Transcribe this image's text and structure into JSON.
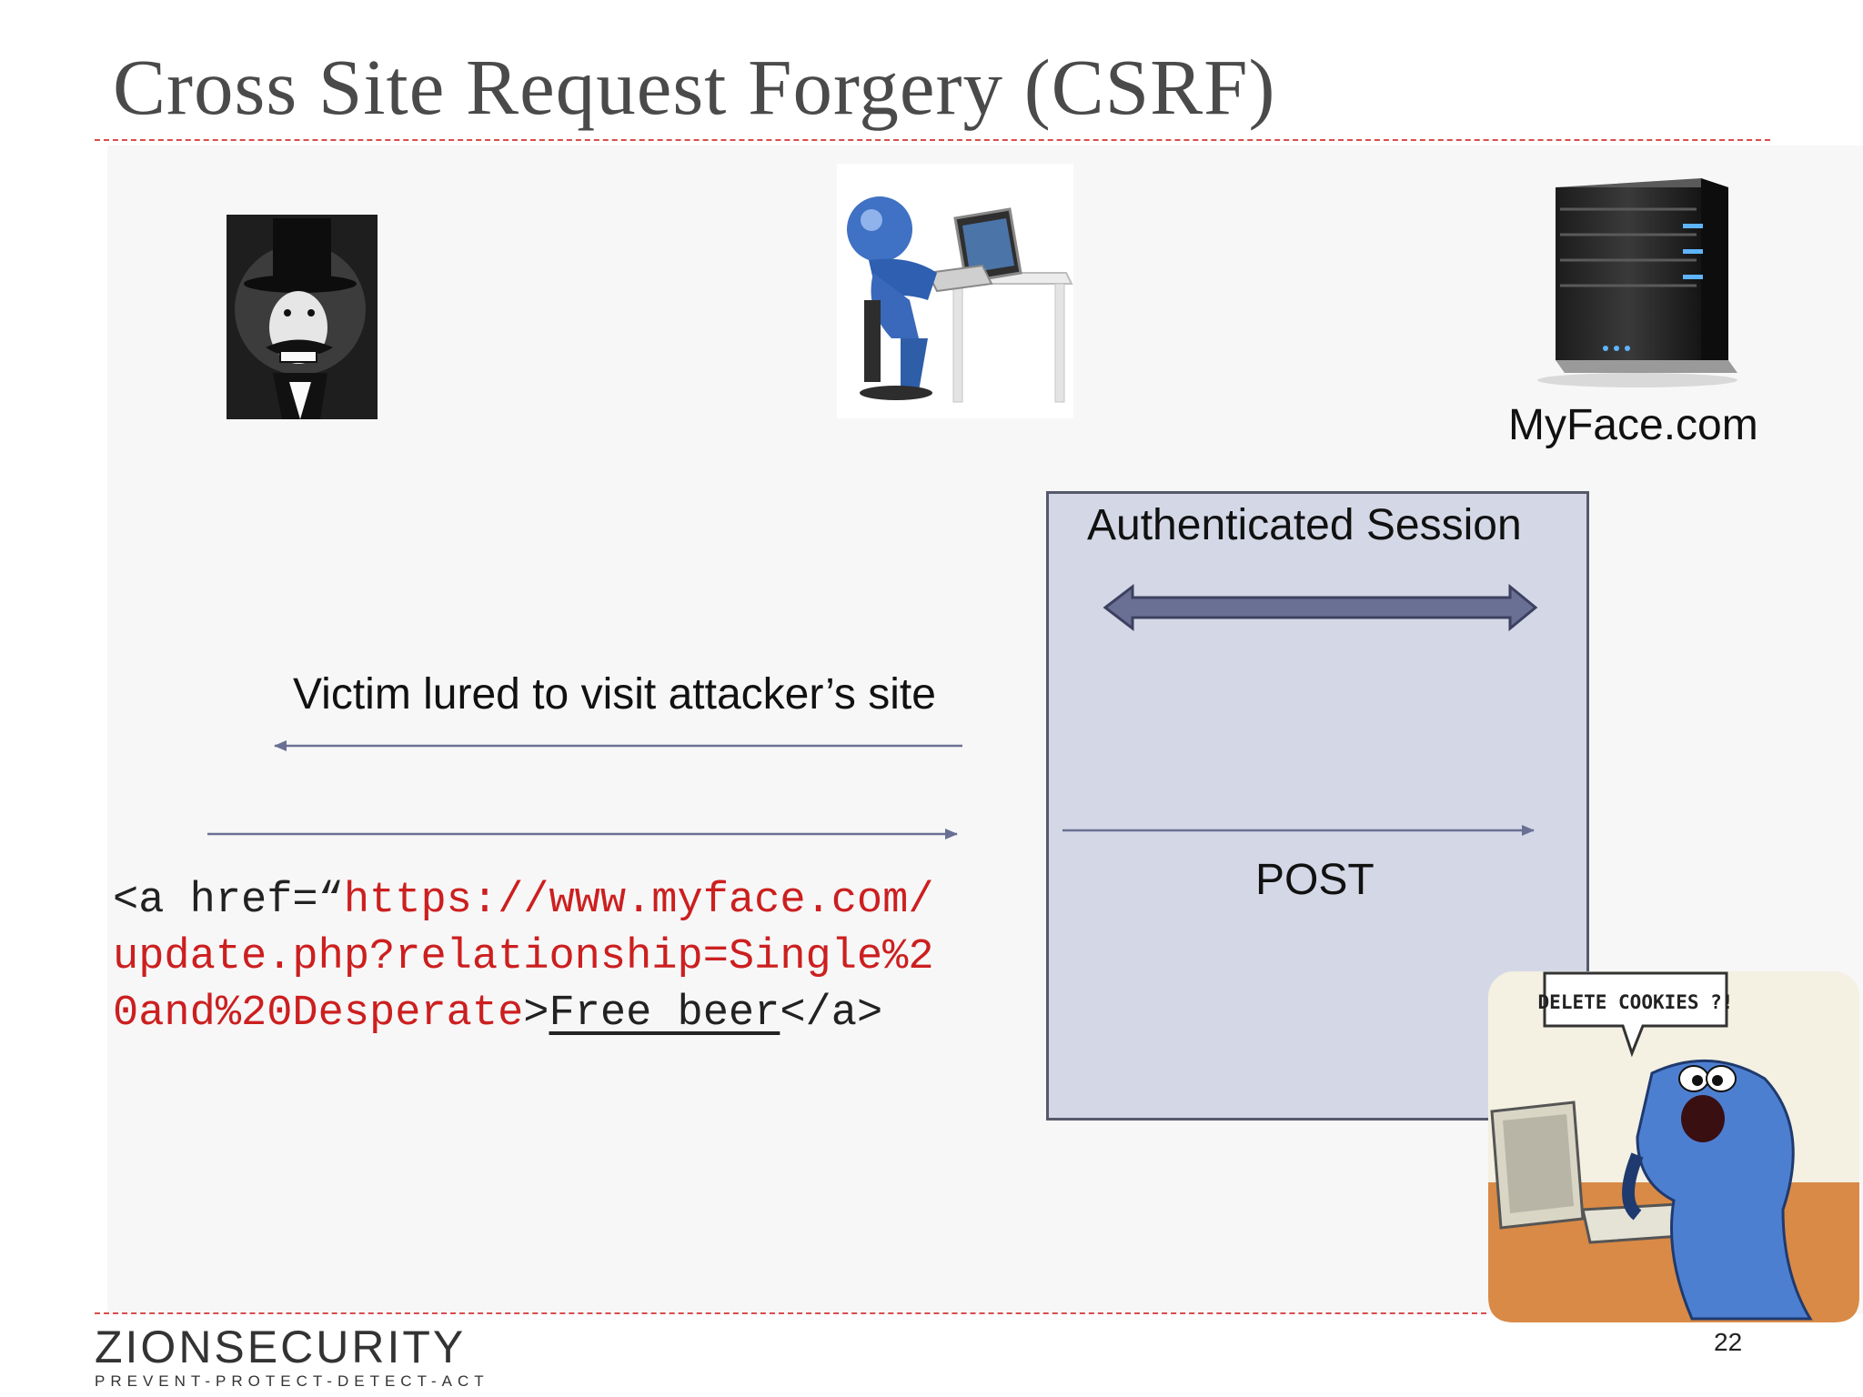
{
  "slide": {
    "title": "Cross Site Request Forgery (CSRF)",
    "page_number": "22"
  },
  "diagram": {
    "server_label": "MyFace.com",
    "session_label": "Authenticated Session",
    "lure_label": "Victim lured to visit attacker’s site",
    "post_label": "POST"
  },
  "code": {
    "line1_plain": "<a href=“",
    "line1_url": "https://www.myface.com/",
    "line2_url": "update.php?relationship=Single%2",
    "line3_url": "0and%20Desperate",
    "line3_gt": ">",
    "link_text": "Free beer",
    "line3_close": "</a>"
  },
  "cartoon": {
    "speech": "DELETE COOKIES ?!"
  },
  "logo": {
    "name": "ZIONSECURITY",
    "tagline": "PREVENT-PROTECT-DETECT-ACT"
  },
  "colors": {
    "title": "#4a4a4a",
    "rule": "#d94c4c",
    "code_url": "#cc1f1f",
    "session_box": "#d4d8e6",
    "arrow": "#6a7094"
  },
  "icons": [
    "villain-icon",
    "user-at-computer-icon",
    "server-icon",
    "cookie-monster-cartoon"
  ]
}
